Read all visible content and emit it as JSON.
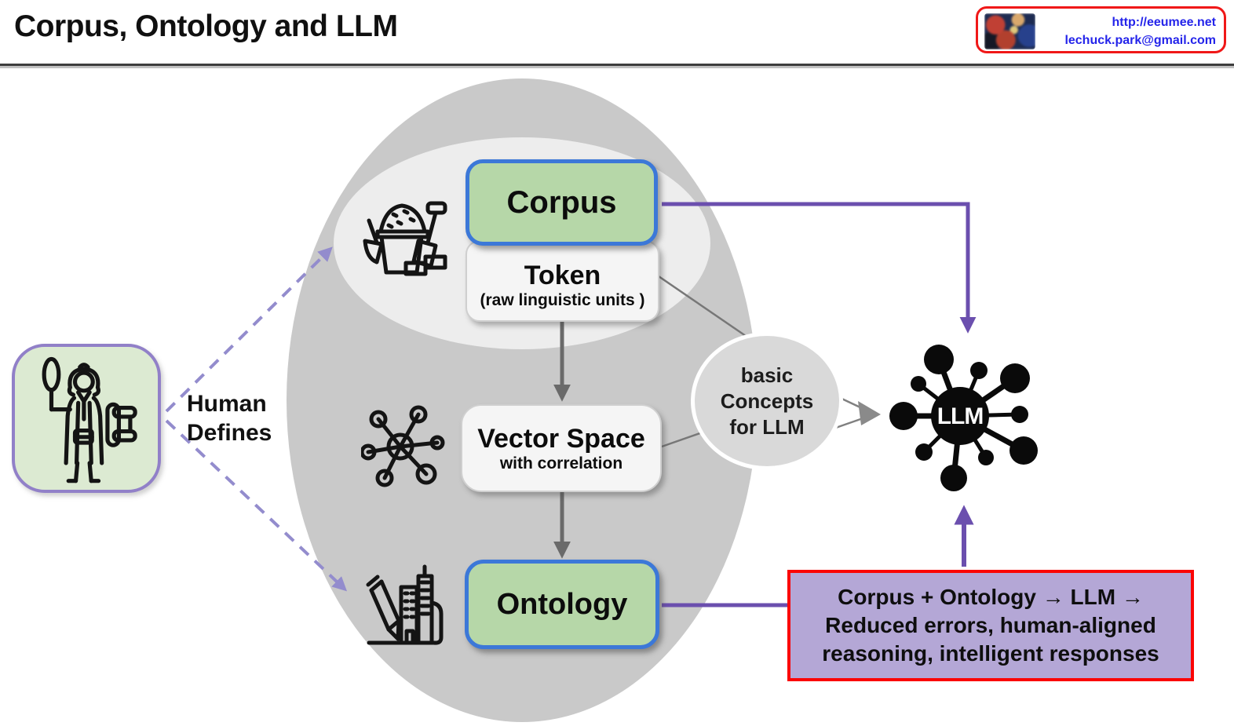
{
  "header": {
    "title": "Corpus, Ontology and LLM"
  },
  "badge": {
    "url": "http://eeumee.net",
    "email": "lechuck.park@gmail.com"
  },
  "nodes": {
    "corpus": {
      "label": "Corpus"
    },
    "token": {
      "label": "Token",
      "sublabel": "(raw linguistic units )"
    },
    "vector": {
      "label": "Vector Space",
      "sublabel": "with correlation"
    },
    "ontology": {
      "label": "Ontology"
    },
    "llm": {
      "label": "LLM"
    }
  },
  "human": {
    "line1": "Human",
    "line2": "Defines"
  },
  "concepts": {
    "line1": "basic",
    "line2": "Concepts",
    "line3": "for LLM"
  },
  "callout": {
    "line1": "Corpus + Ontology → LLM →",
    "line2": "Reduced errors, human-aligned",
    "line3": "reasoning, intelligent responses"
  },
  "icons": {
    "philosopher": "human-philosopher-line-icon",
    "sand": "sand-bucket-shovel-icon",
    "molecule": "network-molecule-icon",
    "city": "pencil-city-blueprint-icon",
    "llm_hub": "llm-hub-spokes-icon",
    "badge_photo": "pirate-artwork-photo"
  },
  "colors": {
    "green_fill": "#b6d7a8",
    "blue_border": "#3c78d8",
    "purple_solid": "#6b4fae",
    "purple_dashed": "#938ccd",
    "lavender_fill": "#b4a7d6",
    "red_border": "#fb0505",
    "gray_arrow": "#6a6a6a",
    "ellipse_dark": "#c9c9c9",
    "ellipse_light": "#ededed",
    "circle_gray": "#d9d9d9",
    "badge_text_blue": "#2424ea"
  }
}
